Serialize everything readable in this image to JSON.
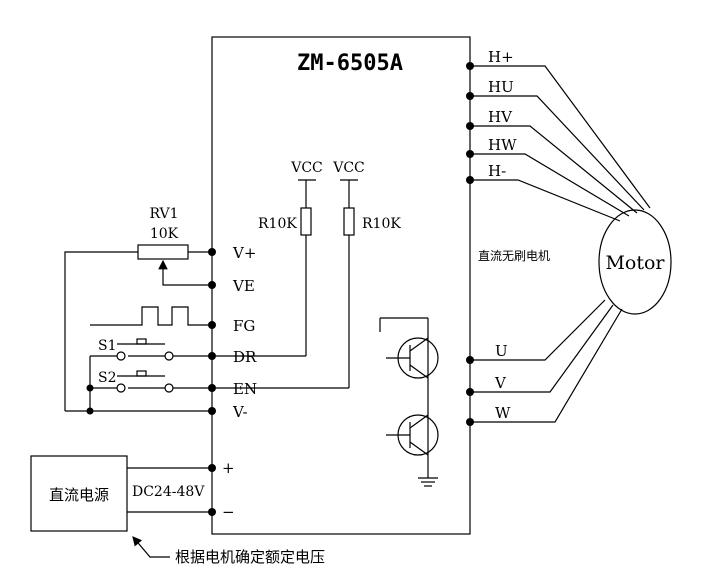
{
  "driver": {
    "model": "ZM-6505A",
    "left_pins": [
      "V+",
      "VE",
      "FG",
      "DR",
      "EN",
      "V-"
    ],
    "right_pins_hall": [
      "H+",
      "HU",
      "HV",
      "HW",
      "H-"
    ],
    "right_pins_phase": [
      "U",
      "V",
      "W"
    ],
    "motor_type_label": "直流无刷电机"
  },
  "pullups": {
    "vcc_label": "VCC",
    "resistor_label": "R10K"
  },
  "potentiometer": {
    "name": "RV1",
    "value": "10K"
  },
  "switches": [
    "S1",
    "S2"
  ],
  "motor": {
    "label": "Motor"
  },
  "power_supply": {
    "label": "直流电源",
    "voltage": "DC24-48V",
    "plus": "+",
    "minus": "−",
    "note": "根据电机确定额定电压"
  }
}
